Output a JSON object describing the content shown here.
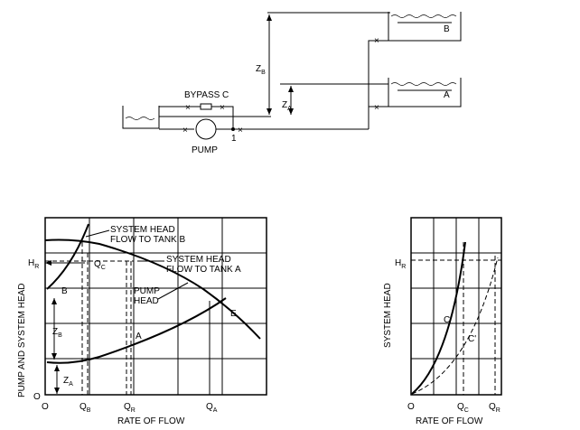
{
  "schematic": {
    "bypass_label": "BYPASS C",
    "pump_label": "PUMP",
    "point_label": "1",
    "zb_label": "Z",
    "zb_sub": "B",
    "za_label": "Z",
    "za_sub": "A",
    "tank_b_label": "B",
    "tank_a_label": "A"
  },
  "left_chart": {
    "ylabel": "PUMP AND SYSTEM HEAD",
    "xlabel": "RATE OF FLOW",
    "origin": "O",
    "x_ticks": [
      {
        "main": "O",
        "sub": ""
      },
      {
        "main": "Q",
        "sub": "B"
      },
      {
        "main": "Q",
        "sub": "R"
      },
      {
        "main": "Q",
        "sub": "A"
      }
    ],
    "hr_label": "H",
    "hr_sub": "R",
    "ann_system_b": [
      "SYSTEM HEAD",
      "FLOW TO TANK B"
    ],
    "ann_system_a": [
      "SYSTEM HEAD",
      "FLOW TO TANK A"
    ],
    "ann_pump": [
      "PUMP",
      "HEAD"
    ],
    "qc_label": "Q",
    "qc_sub": "C",
    "curve_b_label": "B",
    "curve_a_label": "A",
    "curve_e_label": "E",
    "zb_label": "Z",
    "zb_sub": "B",
    "za_label": "Z",
    "za_sub": "A"
  },
  "right_chart": {
    "ylabel": "SYSTEM HEAD",
    "xlabel": "RATE OF FLOW",
    "origin": "O",
    "hr_label": "H",
    "hr_sub": "R",
    "x_ticks": [
      {
        "main": "Q",
        "sub": "C"
      },
      {
        "main": "Q",
        "sub": "R"
      }
    ],
    "curve_c_label": "C",
    "curve_c2_label": "C'"
  }
}
